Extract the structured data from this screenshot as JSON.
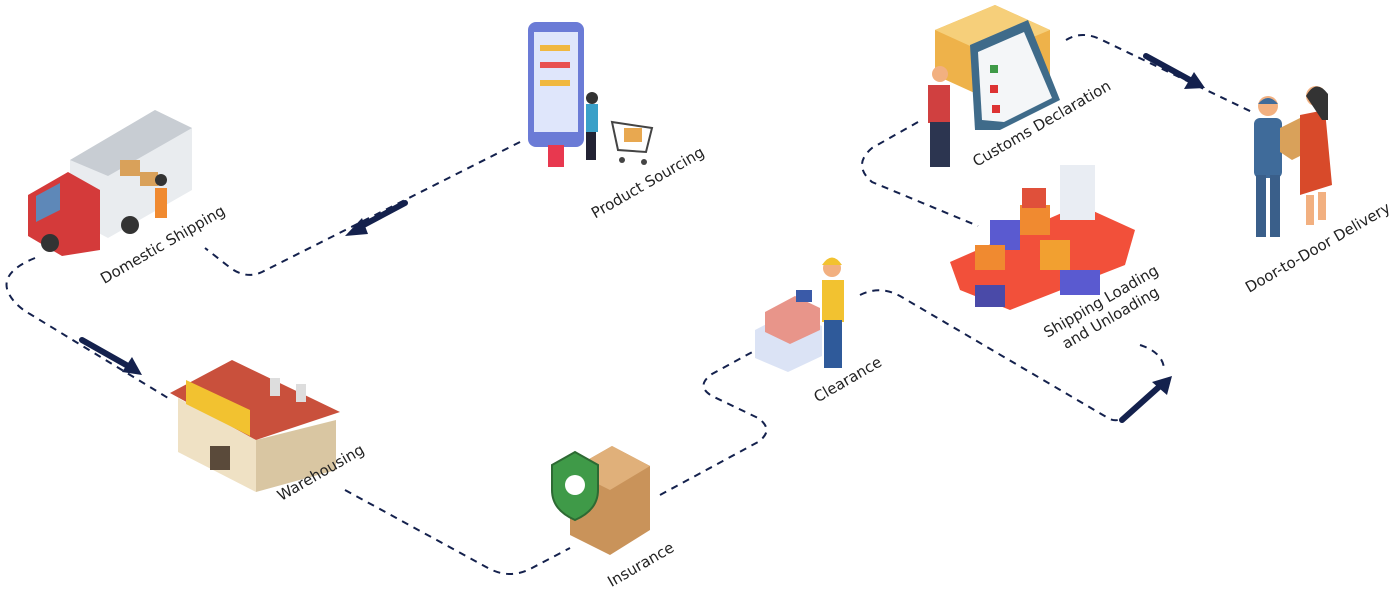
{
  "colors": {
    "path": "#14214d",
    "arrow": "#14214d",
    "text": "#222222"
  },
  "steps": [
    {
      "label": "Product Sourcing",
      "icon": "smartphone-shopping-icon"
    },
    {
      "label": "Domestic Shipping",
      "icon": "truck-icon"
    },
    {
      "label": "Warehousing",
      "icon": "warehouse-icon"
    },
    {
      "label": "Insurance",
      "icon": "shield-boxes-icon"
    },
    {
      "label": "Clearance",
      "icon": "worker-containers-icon"
    },
    {
      "label": "Customs Declaration",
      "icon": "clipboard-boxes-icon"
    },
    {
      "label": "Shipping Loading",
      "label2": "and Unloading",
      "icon": "cargo-ship-icon"
    },
    {
      "label": "Door-to-Door Delivery",
      "icon": "delivery-handover-icon"
    }
  ]
}
